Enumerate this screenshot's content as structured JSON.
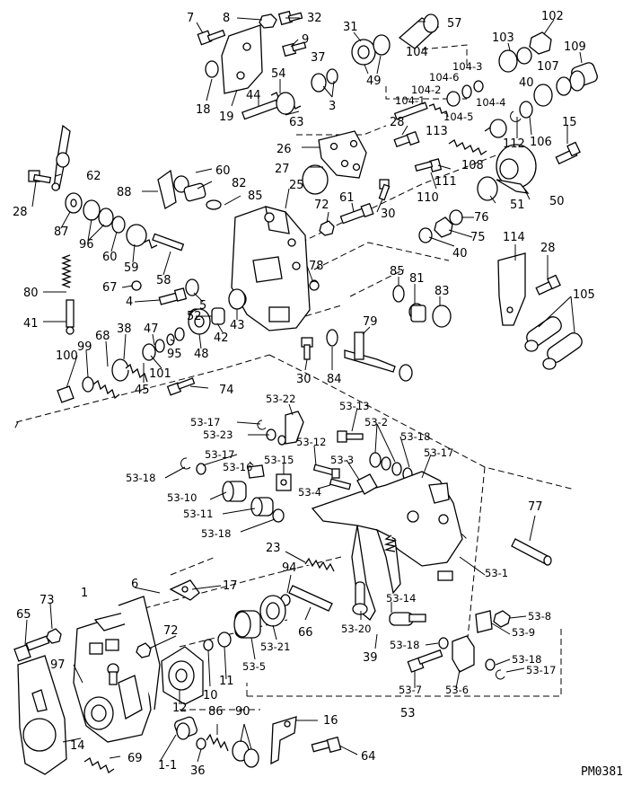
{
  "diagram_code": "PM0381",
  "callouts": [
    {
      "id": "c7",
      "text": "7"
    },
    {
      "id": "c8",
      "text": "8"
    },
    {
      "id": "c32",
      "text": "32"
    },
    {
      "id": "c9",
      "text": "9"
    },
    {
      "id": "c31",
      "text": "31"
    },
    {
      "id": "c57",
      "text": "57"
    },
    {
      "id": "c102",
      "text": "102"
    },
    {
      "id": "c103",
      "text": "103"
    },
    {
      "id": "c109",
      "text": "109"
    },
    {
      "id": "c104",
      "text": "104"
    },
    {
      "id": "c54",
      "text": "54"
    },
    {
      "id": "c37",
      "text": "37"
    },
    {
      "id": "c49",
      "text": "49"
    },
    {
      "id": "c104-1",
      "text": "104-1"
    },
    {
      "id": "c104-2",
      "text": "104-2"
    },
    {
      "id": "c104-6",
      "text": "104-6"
    },
    {
      "id": "c104-3",
      "text": "104-3"
    },
    {
      "id": "c40a",
      "text": "40"
    },
    {
      "id": "c107",
      "text": "107"
    },
    {
      "id": "c18",
      "text": "18"
    },
    {
      "id": "c19",
      "text": "19"
    },
    {
      "id": "c44",
      "text": "44"
    },
    {
      "id": "c63",
      "text": "63"
    },
    {
      "id": "c3",
      "text": "3"
    },
    {
      "id": "c104-4",
      "text": "104-4"
    },
    {
      "id": "c104-5",
      "text": "104-5"
    },
    {
      "id": "c28a",
      "text": "28"
    },
    {
      "id": "c113",
      "text": "113"
    },
    {
      "id": "c106",
      "text": "106"
    },
    {
      "id": "c15",
      "text": "15"
    },
    {
      "id": "c112",
      "text": "112"
    },
    {
      "id": "c26",
      "text": "26"
    },
    {
      "id": "c62",
      "text": "62"
    },
    {
      "id": "c108",
      "text": "108"
    },
    {
      "id": "c60a",
      "text": "60"
    },
    {
      "id": "c27",
      "text": "27"
    },
    {
      "id": "c82",
      "text": "82"
    },
    {
      "id": "c88",
      "text": "88"
    },
    {
      "id": "c25",
      "text": "25"
    },
    {
      "id": "c111",
      "text": "111"
    },
    {
      "id": "c110",
      "text": "110"
    },
    {
      "id": "c85a",
      "text": "85"
    },
    {
      "id": "c61",
      "text": "61"
    },
    {
      "id": "c51",
      "text": "51"
    },
    {
      "id": "c50",
      "text": "50"
    },
    {
      "id": "c28b",
      "text": "28"
    },
    {
      "id": "c72a",
      "text": "72"
    },
    {
      "id": "c30a",
      "text": "30"
    },
    {
      "id": "c87",
      "text": "87"
    },
    {
      "id": "c76",
      "text": "76"
    },
    {
      "id": "c96",
      "text": "96"
    },
    {
      "id": "c60b",
      "text": "60"
    },
    {
      "id": "c75",
      "text": "75"
    },
    {
      "id": "c114",
      "text": "114"
    },
    {
      "id": "c40b",
      "text": "40"
    },
    {
      "id": "c28c",
      "text": "28"
    },
    {
      "id": "c78",
      "text": "78"
    },
    {
      "id": "c59",
      "text": "59"
    },
    {
      "id": "c58",
      "text": "58"
    },
    {
      "id": "c85b",
      "text": "85"
    },
    {
      "id": "c81",
      "text": "81"
    },
    {
      "id": "c83",
      "text": "83"
    },
    {
      "id": "c105",
      "text": "105"
    },
    {
      "id": "c80",
      "text": "80"
    },
    {
      "id": "c67",
      "text": "67"
    },
    {
      "id": "c4",
      "text": "4"
    },
    {
      "id": "c5",
      "text": "5"
    },
    {
      "id": "c41",
      "text": "41"
    },
    {
      "id": "c52",
      "text": "52"
    },
    {
      "id": "c42",
      "text": "42"
    },
    {
      "id": "c43",
      "text": "43"
    },
    {
      "id": "c79",
      "text": "79"
    },
    {
      "id": "c68",
      "text": "68"
    },
    {
      "id": "c38",
      "text": "38"
    },
    {
      "id": "c47",
      "text": "47"
    },
    {
      "id": "c100",
      "text": "100"
    },
    {
      "id": "c99",
      "text": "99"
    },
    {
      "id": "c95",
      "text": "95"
    },
    {
      "id": "c48",
      "text": "48"
    },
    {
      "id": "c101",
      "text": "101"
    },
    {
      "id": "c45",
      "text": "45"
    },
    {
      "id": "c74",
      "text": "74"
    },
    {
      "id": "c30b",
      "text": "30"
    },
    {
      "id": "c84",
      "text": "84"
    },
    {
      "id": "c53-22",
      "text": "53-22"
    },
    {
      "id": "c53-13",
      "text": "53-13"
    },
    {
      "id": "c53-17a",
      "text": "53-17"
    },
    {
      "id": "c53-2",
      "text": "53-2"
    },
    {
      "id": "c53-23",
      "text": "53-23"
    },
    {
      "id": "c53-18a",
      "text": "53-18"
    },
    {
      "id": "c53-12",
      "text": "53-12"
    },
    {
      "id": "c53-17b",
      "text": "53-17"
    },
    {
      "id": "c53-17c",
      "text": "53-17"
    },
    {
      "id": "c53-3",
      "text": "53-3"
    },
    {
      "id": "c53-15",
      "text": "53-15"
    },
    {
      "id": "c53-18b",
      "text": "53-18"
    },
    {
      "id": "c53-16",
      "text": "53-16"
    },
    {
      "id": "c53-4",
      "text": "53-4"
    },
    {
      "id": "c53-10",
      "text": "53-10"
    },
    {
      "id": "c53-11",
      "text": "53-11"
    },
    {
      "id": "c77",
      "text": "77"
    },
    {
      "id": "c53-18c",
      "text": "53-18"
    },
    {
      "id": "c23",
      "text": "23"
    },
    {
      "id": "c53-1",
      "text": "53-1"
    },
    {
      "id": "c94",
      "text": "94"
    },
    {
      "id": "c6",
      "text": "6"
    },
    {
      "id": "c17",
      "text": "17"
    },
    {
      "id": "c1",
      "text": "1"
    },
    {
      "id": "c53-14",
      "text": "53-14"
    },
    {
      "id": "c65",
      "text": "65"
    },
    {
      "id": "c73",
      "text": "73"
    },
    {
      "id": "c53-8",
      "text": "53-8"
    },
    {
      "id": "c66",
      "text": "66"
    },
    {
      "id": "c53-20",
      "text": "53-20"
    },
    {
      "id": "c53-9",
      "text": "53-9"
    },
    {
      "id": "c72b",
      "text": "72"
    },
    {
      "id": "c53-21",
      "text": "53-21"
    },
    {
      "id": "c39",
      "text": "39"
    },
    {
      "id": "c53-18d",
      "text": "53-18"
    },
    {
      "id": "c53-18e",
      "text": "53-18"
    },
    {
      "id": "c97",
      "text": "97"
    },
    {
      "id": "c53-5",
      "text": "53-5"
    },
    {
      "id": "c53-17d",
      "text": "53-17"
    },
    {
      "id": "c10",
      "text": "10"
    },
    {
      "id": "c11",
      "text": "11"
    },
    {
      "id": "c12",
      "text": "12"
    },
    {
      "id": "c53-7",
      "text": "53-7"
    },
    {
      "id": "c53-6",
      "text": "53-6"
    },
    {
      "id": "c53",
      "text": "53"
    },
    {
      "id": "c86",
      "text": "86"
    },
    {
      "id": "c90",
      "text": "90"
    },
    {
      "id": "c16",
      "text": "16"
    },
    {
      "id": "c14",
      "text": "14"
    },
    {
      "id": "c69",
      "text": "69"
    },
    {
      "id": "c1-1",
      "text": "1-1"
    },
    {
      "id": "c36",
      "text": "36"
    },
    {
      "id": "c64",
      "text": "64"
    }
  ]
}
